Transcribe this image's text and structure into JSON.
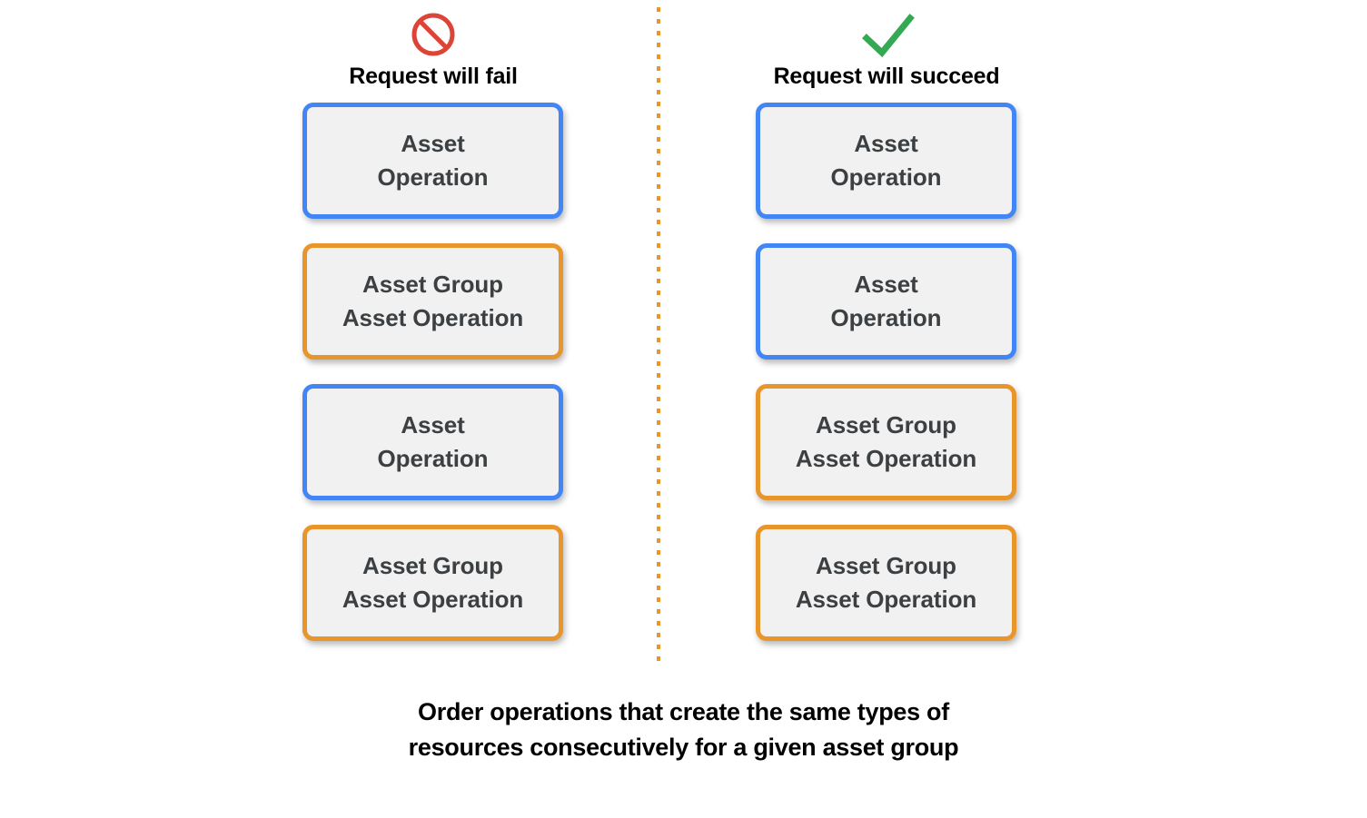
{
  "colors": {
    "asset_border": "#4285F4",
    "asset_group_border": "#E8962B",
    "box_fill": "#F1F1F1",
    "box_text": "#3C4043",
    "fail_icon": "#DB4437",
    "succeed_icon": "#34A853",
    "divider": "#E8962B",
    "background": "#FFFFFF"
  },
  "columns": [
    {
      "id": "fail",
      "icon": "prohibition-icon",
      "header": "Request will fail",
      "boxes": [
        {
          "type": "asset",
          "label": "Asset\nOperation"
        },
        {
          "type": "asset-group",
          "label": "Asset Group\nAsset Operation"
        },
        {
          "type": "asset",
          "label": "Asset\nOperation"
        },
        {
          "type": "asset-group",
          "label": "Asset Group\nAsset Operation"
        }
      ]
    },
    {
      "id": "succeed",
      "icon": "checkmark-icon",
      "header": "Request will succeed",
      "boxes": [
        {
          "type": "asset",
          "label": "Asset\nOperation"
        },
        {
          "type": "asset",
          "label": "Asset\nOperation"
        },
        {
          "type": "asset-group",
          "label": "Asset Group\nAsset Operation"
        },
        {
          "type": "asset-group",
          "label": "Asset Group\nAsset Operation"
        }
      ]
    }
  ],
  "caption": "Order operations that create the same types of\nresources consecutively for a given asset group"
}
